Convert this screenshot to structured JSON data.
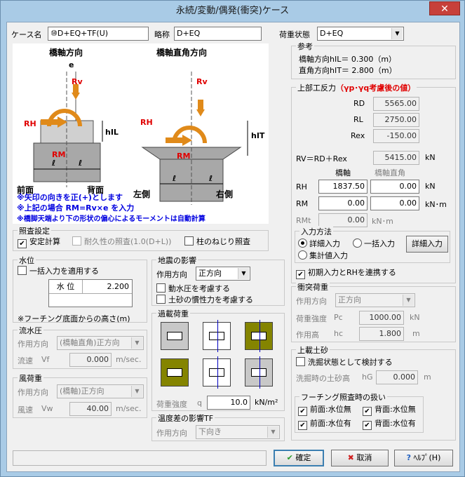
{
  "window": {
    "title": "永続/変動/偶発(衝突)ケース",
    "close": "✕"
  },
  "case": {
    "label": "ケース名",
    "value": "⑩D+EQ+TF(U)",
    "abbr_label": "略称",
    "abbr_value": "D+EQ",
    "load_label": "荷重状態",
    "load_value": "D+EQ"
  },
  "figure": {
    "left_title": "橋軸方向",
    "right_title": "橋軸直角方向",
    "rh": "RH",
    "rv": "Rv",
    "rm": "RM",
    "e": "e",
    "hil": "hIL",
    "hit": "hIT",
    "l": "ℓ",
    "front": "前面",
    "back": "背面",
    "left_side": "左側",
    "right_side": "右側",
    "note1": "※矢印の向きを正(+)とします",
    "note2": "※上記の場合 RM=Rv×e を入力",
    "note3": "※橋脚天端より下の形状の偏心によるモーメントは自動計算"
  },
  "reference": {
    "caption": "参考",
    "line1": "橋軸方向hIL＝ 0.300（m）",
    "line2": "直角方向hIT＝ 2.800（m）"
  },
  "reaction": {
    "caption": "上部工反力",
    "subtitle": "（γp･γq考慮後の値）",
    "rd_label": "RD",
    "rd": "5565.00",
    "rl_label": "RL",
    "rl": "2750.00",
    "rex_label": "Rex",
    "rex": "-150.00",
    "rv_eq": "RV＝RD＋Rex",
    "rv": "5415.00",
    "unit_kn": "kN",
    "col_axis": "橋軸",
    "col_perp": "橋軸直角",
    "rh_label": "RH",
    "rh_axis": "1837.50",
    "rh_perp": "0.00",
    "rm_label": "RM",
    "rm_axis": "0.00",
    "rm_perp": "0.00",
    "unit_knm": "kN･m",
    "rmt_label": "RMt",
    "rmt": "0.00",
    "unit_knm2": "kN･m"
  },
  "input_method": {
    "caption": "入力方法",
    "opt1": "詳細入力",
    "opt2": "一括入力",
    "opt3": "集計値入力",
    "detail_button": "詳細入力",
    "link_check": "初期入力とRHを連携する"
  },
  "check_settings": {
    "caption": "照査設定",
    "safety": "安定計算",
    "durability": "耐久性の照査(1.0(D+L))",
    "torsion": "柱のねじり照査"
  },
  "water": {
    "caption": "水位",
    "batch": "一括入力を適用する",
    "col": "水 位",
    "value": "2.200",
    "note": "※フーチング底面からの高さ(m)"
  },
  "flow": {
    "caption": "流水圧",
    "dir_label": "作用方向",
    "dir_value": "(橋軸直角)正方向",
    "speed_label": "流速",
    "speed_sym": "Vf",
    "speed_value": "0.000",
    "speed_unit": "m/sec."
  },
  "wind": {
    "caption": "風荷重",
    "dir_label": "作用方向",
    "dir_value": "(橋軸)正方向",
    "speed_label": "風速",
    "speed_sym": "Vw",
    "speed_value": "40.00",
    "speed_unit": "m/sec."
  },
  "quake": {
    "caption": "地震の影響",
    "dir_label": "作用方向",
    "dir_value": "正方向",
    "hydro": "動水圧を考慮する",
    "soil": "土砂の慣性力を考慮する"
  },
  "surcharge": {
    "caption": "過載荷重",
    "strength_label": "荷重強度",
    "strength_sym": "q",
    "value": "10.0",
    "unit": "kN/m²"
  },
  "temp": {
    "caption": "温度差の影響TF",
    "dir_label": "作用方向",
    "dir_value": "下向き"
  },
  "collision": {
    "caption": "衝突荷重",
    "dir_label": "作用方向",
    "dir_value": "正方向",
    "strength_label": "荷重強度",
    "strength_sym": "Pc",
    "strength_value": "1000.00",
    "strength_unit": "kN",
    "height_label": "作用高",
    "height_sym": "hc",
    "height_value": "1.800",
    "height_unit": "m"
  },
  "top_soil": {
    "caption": "上載土砂",
    "scour": "洗掘状態として検討する",
    "depth_label": "洗掘時の土砂高",
    "depth_sym": "hG",
    "depth_value": "0.000",
    "depth_unit": "m"
  },
  "footing": {
    "caption": "フーチング照査時の扱い",
    "c1": "前面:水位無",
    "c2": "背面:水位無",
    "c3": "前面:水位有",
    "c4": "背面:水位有"
  },
  "buttons": {
    "ok": "確定",
    "cancel": "取消",
    "help": "ﾍﾙﾌﾟ(H)"
  },
  "colors": {
    "olive": "#848400",
    "red": "#e00000",
    "blue": "#0000e0"
  }
}
